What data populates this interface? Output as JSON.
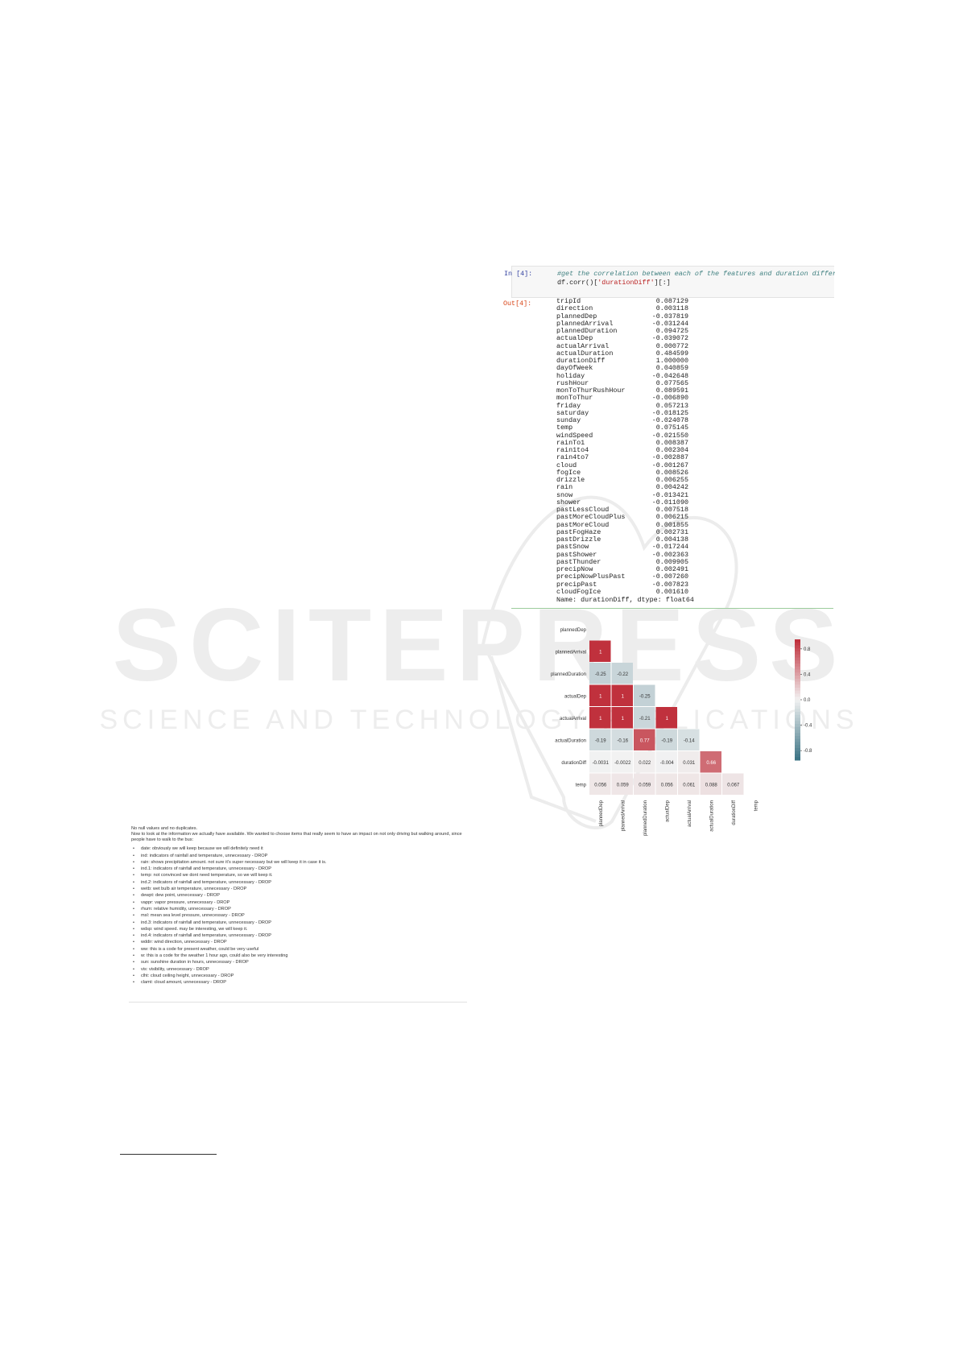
{
  "watermark": {
    "line1": "SCITEPRESS",
    "line2": "SCIENCE AND TECHNOLOGY PUBLICATIONS"
  },
  "cell_in": {
    "prompt": "In [4]:",
    "comment": "#get the correlation between each of the features and duration difference",
    "code_prefix": "df.corr()[",
    "code_string": "'durationDiff'",
    "code_suffix": "][:]"
  },
  "cell_out": {
    "prompt": "Out[4]:",
    "rows": [
      {
        "name": "tripId",
        "value": "0.087129"
      },
      {
        "name": "direction",
        "value": "0.003118"
      },
      {
        "name": "plannedDep",
        "value": "-0.037819"
      },
      {
        "name": "plannedArrival",
        "value": "-0.031244"
      },
      {
        "name": "plannedDuration",
        "value": "0.094725"
      },
      {
        "name": "actualDep",
        "value": "-0.039072"
      },
      {
        "name": "actualArrival",
        "value": "0.000772"
      },
      {
        "name": "actualDuration",
        "value": "0.484599"
      },
      {
        "name": "durationDiff",
        "value": "1.000000"
      },
      {
        "name": "dayOfWeek",
        "value": "0.040859"
      },
      {
        "name": "holiday",
        "value": "-0.042648"
      },
      {
        "name": "rushHour",
        "value": "0.077565"
      },
      {
        "name": "monToThurRushHour",
        "value": "0.089591"
      },
      {
        "name": "monToThur",
        "value": "-0.006890"
      },
      {
        "name": "friday",
        "value": "0.057213"
      },
      {
        "name": "saturday",
        "value": "-0.018125"
      },
      {
        "name": "sunday",
        "value": "-0.024078"
      },
      {
        "name": "temp",
        "value": "0.075145"
      },
      {
        "name": "windSpeed",
        "value": "-0.021550"
      },
      {
        "name": "rainTo1",
        "value": "0.008387"
      },
      {
        "name": "rain1to4",
        "value": "0.002304"
      },
      {
        "name": "rain4to7",
        "value": "-0.002887"
      },
      {
        "name": "cloud",
        "value": "-0.001267"
      },
      {
        "name": "fogIce",
        "value": "0.008526"
      },
      {
        "name": "drizzle",
        "value": "0.006255"
      },
      {
        "name": "rain",
        "value": "0.004242"
      },
      {
        "name": "snow",
        "value": "-0.013421"
      },
      {
        "name": "shower",
        "value": "-0.011090"
      },
      {
        "name": "pastLessCloud",
        "value": "0.007518"
      },
      {
        "name": "pastMoreCloudPlus",
        "value": "0.006215"
      },
      {
        "name": "pastMoreCloud",
        "value": "0.001855"
      },
      {
        "name": "pastFogHaze",
        "value": "0.002731"
      },
      {
        "name": "pastDrizzle",
        "value": "0.004138"
      },
      {
        "name": "pastSnow",
        "value": "-0.017244"
      },
      {
        "name": "pastShower",
        "value": "-0.002363"
      },
      {
        "name": "pastThunder",
        "value": "0.009905"
      },
      {
        "name": "precipNow",
        "value": "0.002491"
      },
      {
        "name": "precipNowPlusPast",
        "value": "-0.007260"
      },
      {
        "name": "precipPast",
        "value": "-0.007823"
      },
      {
        "name": "cloudFogIce",
        "value": "0.001610"
      }
    ],
    "dtype_line": "Name: durationDiff, dtype: float64"
  },
  "heatmap": {
    "labels": [
      "plannedDep",
      "plannedArrival",
      "plannedDuration",
      "actualDep",
      "actualArrival",
      "actualDuration",
      "durationDiff",
      "temp"
    ],
    "matrix": [
      [],
      [
        "1"
      ],
      [
        "-0.25",
        "-0.22"
      ],
      [
        "1",
        "1",
        "-0.25"
      ],
      [
        "1",
        "1",
        "-0.21",
        "1"
      ],
      [
        "-0.19",
        "-0.16",
        "0.77",
        "-0.19",
        "-0.14"
      ],
      [
        "-0.0031",
        "-0.0022",
        "0.022",
        "-0.004",
        "0.031",
        "0.66"
      ],
      [
        "0.056",
        "0.059",
        "0.059",
        "0.056",
        "0.061",
        "0.088",
        "0.067"
      ]
    ],
    "colorbar_ticks": [
      "0.8",
      "0.4",
      "0.0",
      "-0.4",
      "-0.8"
    ],
    "colors": {
      "positive": "#c0313d",
      "negative": "#3e7586",
      "neutral": "#f2f2f2"
    }
  },
  "notes": {
    "intro1": "No null values and no duplicates.",
    "intro2": "Now to look at the information we actually have available. We wanted to choose items that really seem to have an impact on not only driving but walking around, since people have to walk to the bus:",
    "items": [
      "date: obviously we will keep because we will definitely need it",
      "ind: indicators of rainfall and temperature, unnecessary - DROP",
      "rain: shows precipitation amount. not sure it's super necessary but we will keep it in case it is.",
      "ind.1: indicators of rainfall and temperature, unnecessary - DROP",
      "temp: not convinced we dont need temperature, so we will keep it.",
      "ind.2: indicators of rainfall and temperature, unnecessary - DROP",
      "wetb: wet bulb air temperature, unnecessary - DROP",
      "dewpt: dew point, unnecessary - DROP",
      "vappr: vapor pressure, unnecessary - DROP",
      "rhum: relative humidity, unnecessary - DROP",
      "msl: mean sea level pressure, unnecessary - DROP",
      "ind.3: indicators of rainfall and temperature, unnecessary - DROP",
      "wdsp: wind speed. may be interesting, we will keep it.",
      "ind.4: indicators of rainfall and temperature, unnecessary - DROP",
      "wddir: wind direction, unnecessary - DROP",
      "ww: this is a code for present weather, could be very useful",
      "w: this is a code for the weather 1 hour ago, could also be very interesting",
      "sun: sunshine duration in hours, unnecessary - DROP",
      "vis: visibility, unnecessary - DROP",
      "clht: cloud ceiling height, unnecessary - DROP",
      "clamt: cloud amount, unnecessary - DROP"
    ]
  }
}
